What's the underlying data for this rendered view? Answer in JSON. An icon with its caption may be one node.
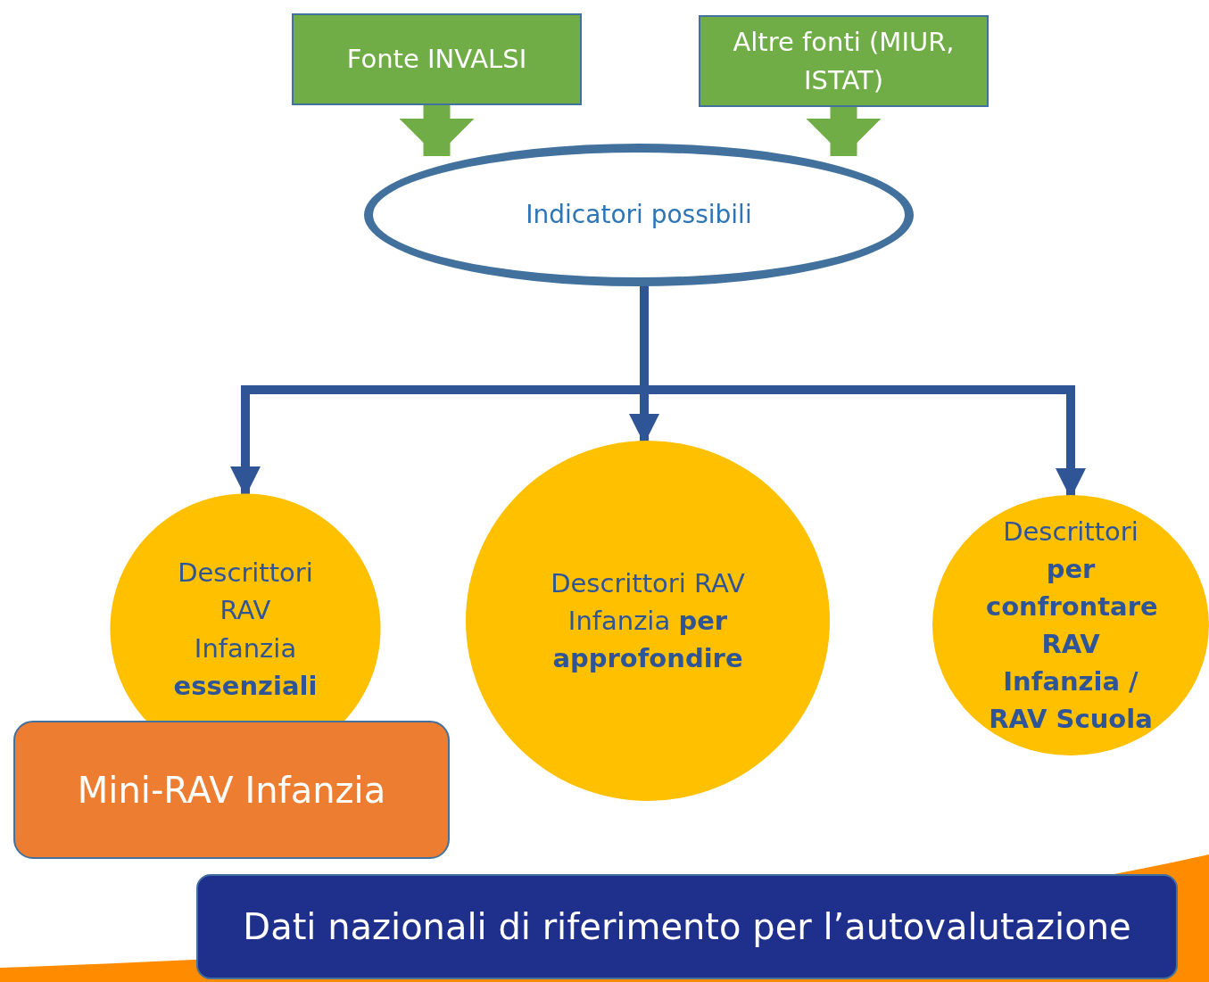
{
  "diagram": {
    "nodes": [
      {
        "text": [
          "Fonte INVALSI"
        ]
      },
      {
        "text": [
          "Altre fonti (MIUR, ISTAT)"
        ]
      },
      {
        "text": [
          "Indicatori possibili"
        ]
      },
      {
        "text": [
          "Descrittori RAV Infanzia **essenziali**"
        ]
      },
      {
        "text": [
          "Descrittori RAV Infanzia **per approfondire**"
        ]
      },
      {
        "text": [
          "Descrittori **per confrontare RAV Infanzia / RAV Scuola**"
        ]
      },
      {
        "text": [
          "Mini-RAV Infanzia"
        ]
      },
      {
        "text": [
          "Dati nazionali di riferimento per l’autovalutazione"
        ]
      }
    ],
    "edges": [
      {
        "from": 0,
        "to": 2,
        "arrow": "to",
        "style": "thick",
        "color": "#70ad47"
      },
      {
        "from": 1,
        "to": 2,
        "arrow": "to",
        "style": "thick",
        "color": "#70ad47"
      },
      {
        "from": 2,
        "to": 3,
        "arrow": "to"
      },
      {
        "from": 2,
        "to": 4,
        "arrow": "to"
      },
      {
        "from": 2,
        "to": 5,
        "arrow": "to"
      }
    ]
  }
}
